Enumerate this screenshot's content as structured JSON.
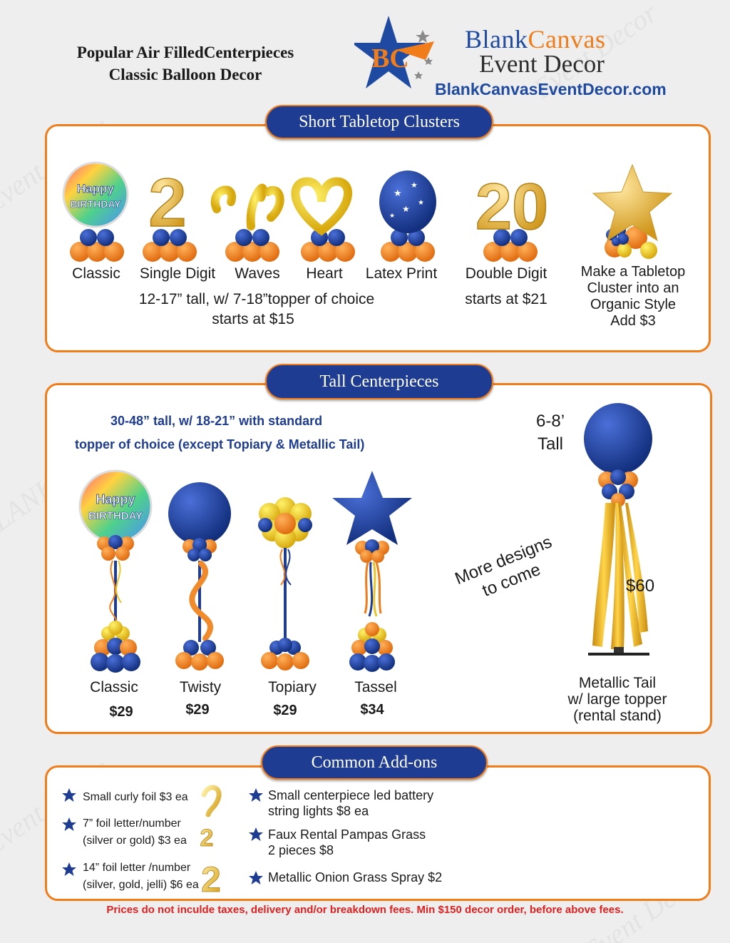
{
  "header": {
    "title_line1": "Popular Air FilledCenterpieces",
    "title_line2": "Classic Balloon Decor",
    "logo_letters": "BC",
    "brand_word1": "Blank",
    "brand_word2": "Canvas",
    "brand_line2": "Event Decor",
    "brand_url": "BlankCanvasEventDecor.com"
  },
  "short_section": {
    "heading": "Short Tabletop Clusters",
    "items": [
      {
        "label": "Classic",
        "topper_text": "Happy BIRTHDAY"
      },
      {
        "label": "Single Digit",
        "topper_text": "2"
      },
      {
        "label": "Waves"
      },
      {
        "label": "Heart"
      },
      {
        "label": "Latex Print"
      },
      {
        "label": "Double Digit",
        "topper_text": "20"
      }
    ],
    "size_note": "12-17”  tall, w/ 7-18”topper of choice",
    "price_note": "starts at $15",
    "double_price": "starts at $21",
    "organic_lines": [
      "Make a Tabletop",
      "Cluster into an",
      "Organic Style",
      "Add $3"
    ]
  },
  "tall_section": {
    "heading": "Tall Centerpieces",
    "note_line1": "30-48”  tall, w/ 18-21” with standard",
    "note_line2": "topper of choice (except Topiary & Metallic Tail)",
    "items": [
      {
        "label": "Classic",
        "price": "$29",
        "topper_text": "Happy BIRTHDAY"
      },
      {
        "label": "Twisty",
        "price": "$29"
      },
      {
        "label": "Topiary",
        "price": "$29"
      },
      {
        "label": "Tassel",
        "price": "$34"
      }
    ],
    "more_line1": "More designs",
    "more_line2": "to come",
    "tall_line1": "6-8’",
    "tall_line2": "Tall",
    "metallic_price": "$60",
    "metallic_lines": [
      "Metallic Tail",
      "w/ large topper",
      "(rental stand)"
    ]
  },
  "addons": {
    "heading": "Common Add-ons",
    "left": [
      {
        "lines": [
          "Small curly foil  $3 ea"
        ]
      },
      {
        "lines": [
          "7” foil letter/number",
          "(silver or gold)  $3 ea"
        ]
      },
      {
        "lines": [
          "14” foil letter /number",
          "(silver, gold, jelli) $6 ea"
        ]
      }
    ],
    "right": [
      {
        "lines": [
          "Small centerpiece led battery",
          "string  lights  $8 ea"
        ]
      },
      {
        "lines": [
          "Faux Rental Pampas Grass",
          "2 pieces  $8"
        ]
      },
      {
        "lines": [
          "Metallic Onion Grass Spray $2"
        ]
      }
    ]
  },
  "footer_note": "Prices do not inculde taxes, delivery and/or breakdown fees. Min $150 decor order, before above fees.",
  "colors": {
    "navy": "#1f3c93",
    "royal_blue": "#1f4aa2",
    "orange": "#f07d1a",
    "gold": "#e8b52a",
    "red_note": "#e01f1f"
  }
}
